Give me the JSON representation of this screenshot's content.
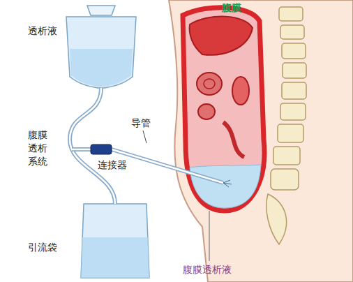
{
  "diagram": {
    "labels": [
      "透析液",
      "腹膜",
      "腹膜透析系统",
      "导管",
      "连接器",
      "引流袋",
      "腹膜透析液"
    ]
  }
}
